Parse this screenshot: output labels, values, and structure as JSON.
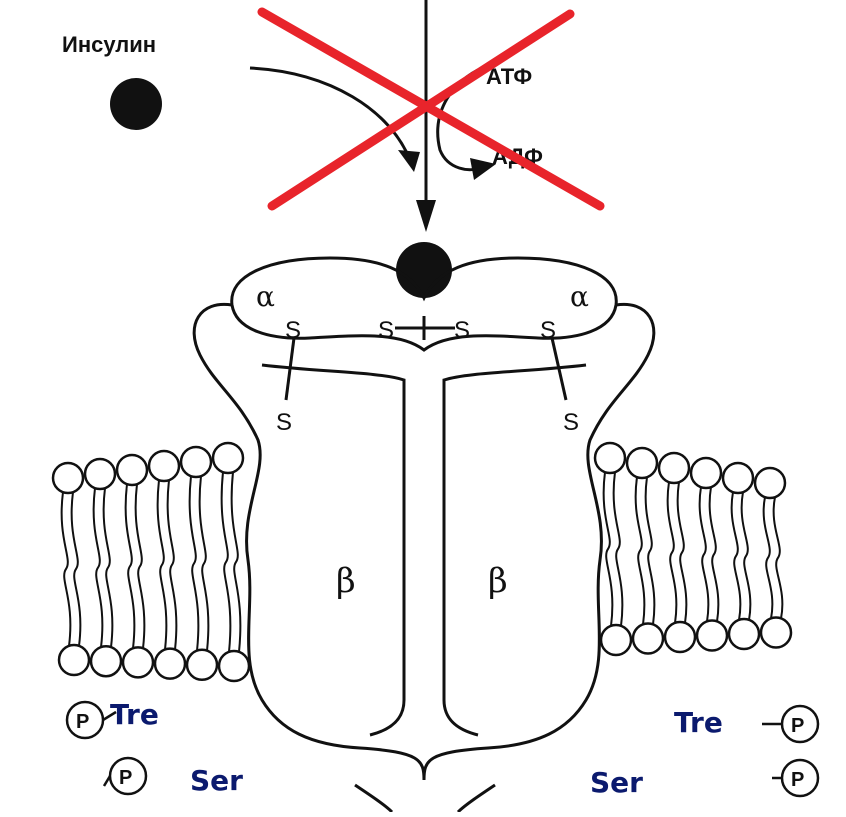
{
  "labels": {
    "insulin": "Инсулин",
    "atp": "АТФ",
    "adp": "АДФ",
    "alpha": "α",
    "beta": "β",
    "sulfur": "S",
    "phosphate": "P",
    "tre": "Tre",
    "ser": "Ser"
  },
  "colors": {
    "cross": "#e8242b",
    "residue_text": "#0b1a6e",
    "line": "#111111"
  },
  "icons": [
    "insulin-molecule-icon",
    "phosphate-group-icon",
    "lipid-bilayer-icon",
    "red-cross-icon"
  ]
}
